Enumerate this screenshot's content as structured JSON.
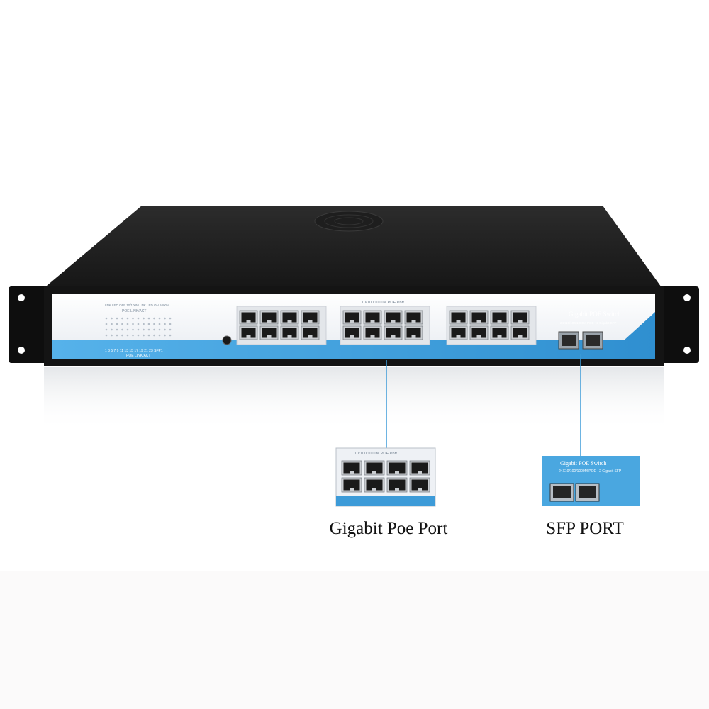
{
  "colors": {
    "chassis_top": "#232323",
    "chassis_side": "#111111",
    "front_panel": "#eef1f5",
    "accent_blue": "#3d9bd8",
    "port_metal": "#c9ccd0",
    "port_hole": "#1a1a1a",
    "callout_line": "#3d9bd8"
  },
  "panel": {
    "led_legend_top": "LNK LED OFF 10/100M   LNK LED ON 1000M",
    "led_legend_group": "POE LINK/ACT",
    "led_numbers": "1 3 5 7 9 11 13 15 17 19 21 23 SFP1",
    "led_legend_bottom": "POE LINK/ACT",
    "port_group_title": "10/100/1000M POE Port",
    "product_name": "Gigabit POE Switch",
    "product_desc": "24X10/100/1000M POE +2 Gigabit SFP"
  },
  "callouts": {
    "poe_caption": "Gigabit Poe Port",
    "sfp_caption": "SFP PORT"
  }
}
